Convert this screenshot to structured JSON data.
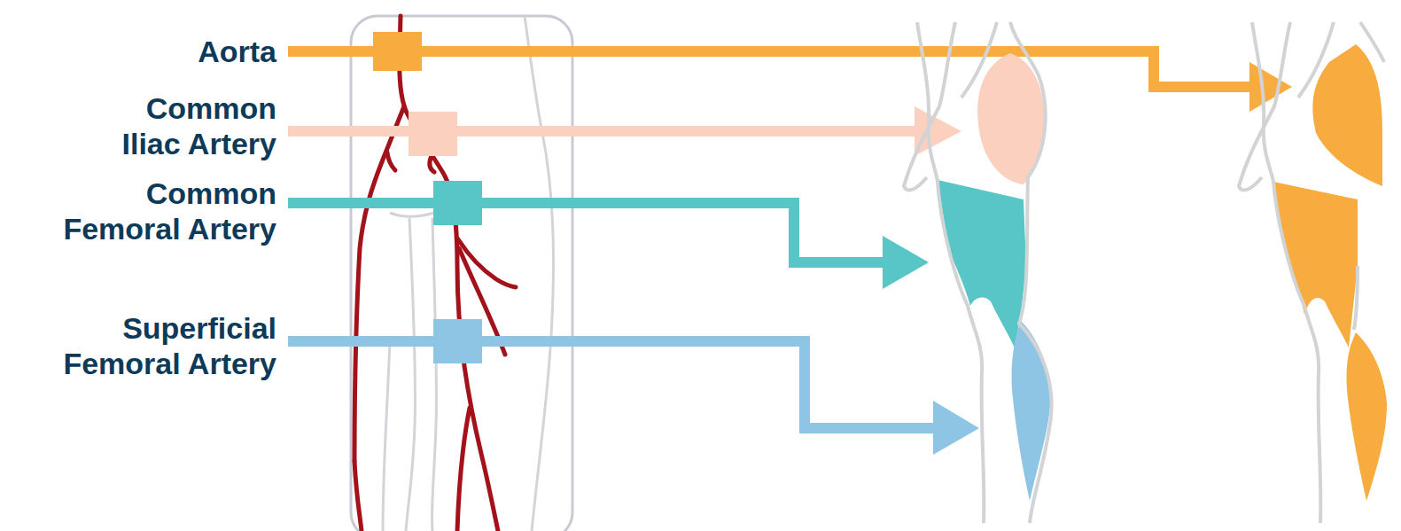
{
  "diagram": {
    "labels": [
      "Aorta",
      "Common Iliac Artery",
      "Common Femoral Artery",
      "Superficial Femoral Artery"
    ]
  }
}
